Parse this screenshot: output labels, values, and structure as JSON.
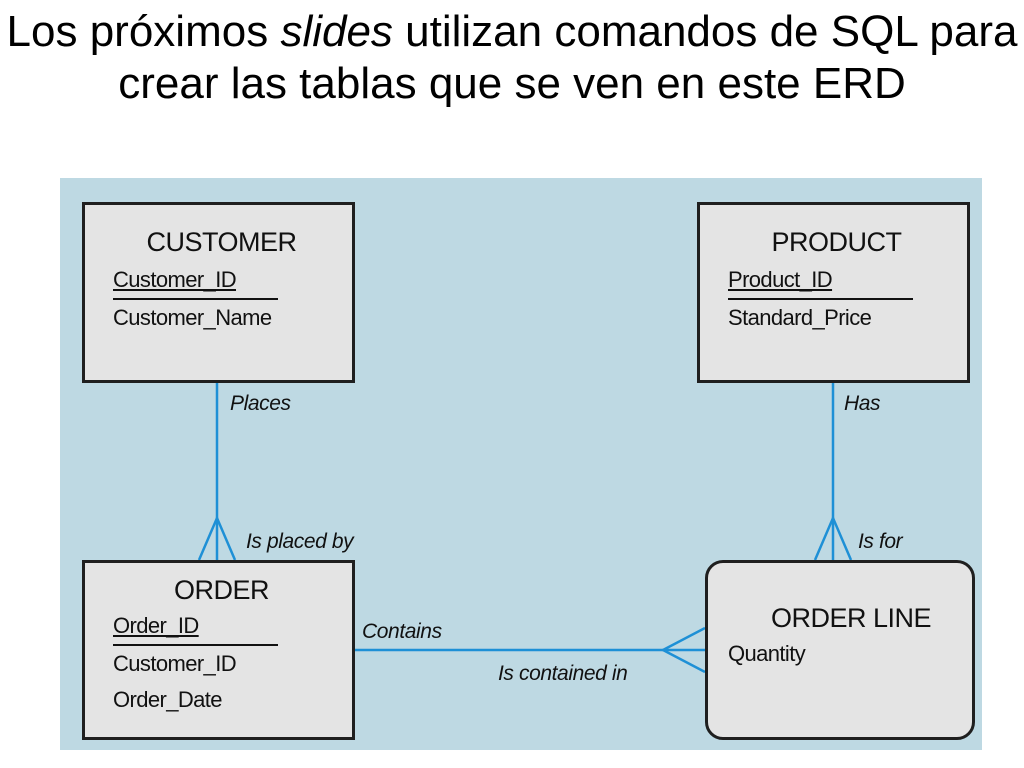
{
  "slide": {
    "title_before": "Los próximos ",
    "title_italic": "slides",
    "title_after": " utilizan comandos de SQL para crear las tablas que se ven en este ERD"
  },
  "erd": {
    "background_color": "#bed9e3",
    "line_color": "#1e90d6",
    "entities": {
      "customer": {
        "name": "CUSTOMER",
        "primary_key": "Customer_ID",
        "attributes": [
          "Customer_Name"
        ]
      },
      "product": {
        "name": "PRODUCT",
        "primary_key": "Product_ID",
        "attributes": [
          "Standard_Price"
        ]
      },
      "order": {
        "name": "ORDER",
        "primary_key": "Order_ID",
        "attributes": [
          "Customer_ID",
          "Order_Date"
        ]
      },
      "order_line": {
        "name": "ORDER LINE",
        "attributes": [
          "Quantity"
        ]
      }
    },
    "relationships": {
      "customer_order": {
        "forward": "Places",
        "reverse": "Is placed by"
      },
      "product_order_line": {
        "forward": "Has",
        "reverse": "Is for"
      },
      "order_order_line": {
        "forward": "Contains",
        "reverse": "Is contained in"
      }
    }
  }
}
